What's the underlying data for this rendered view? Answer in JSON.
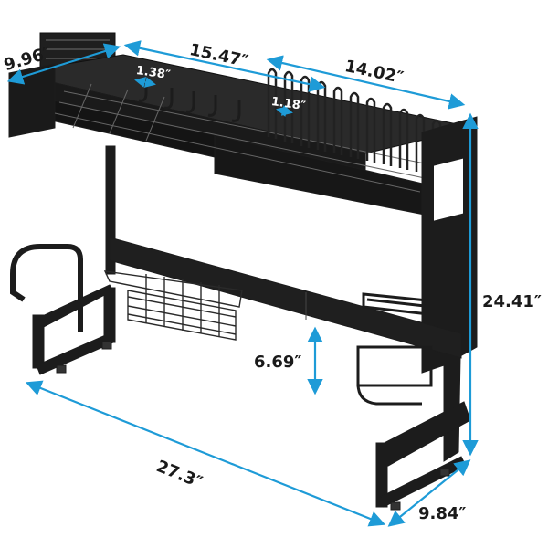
{
  "product": {
    "subject": "Over-the-sink dish drying rack",
    "finish_color": "#1c1c1c",
    "arrow_color": "#1e9bd7"
  },
  "dimensions": {
    "top_depth": "9.96″",
    "top_width": "15.47″",
    "plate_section_width": "14.02″",
    "hook_spacing": "1.38″",
    "plate_slot_spacing": "1.18″",
    "total_height": "24.41″",
    "basket_clearance": "6.69″",
    "total_width": "27.3″",
    "base_depth": "9.84″"
  }
}
